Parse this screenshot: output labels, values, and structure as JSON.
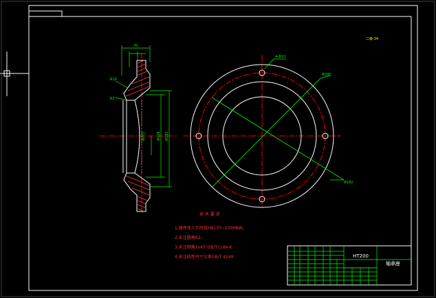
{
  "drawing": {
    "corner_note": "二级-34",
    "title_block": {
      "material": "HT200",
      "part_name": "轴承座"
    },
    "technical_requirements": {
      "heading": "技 术 要 求",
      "items": [
        "1.铸件须人工时效HB170~230HBW。",
        "2.未注圆角R2。",
        "3.未注倒角1x45°GB/T1184-K",
        "4.未注线性尺寸公差GB/T 4249"
      ]
    },
    "dimensions": {
      "top_width": "70",
      "left_dim_a": "R10",
      "left_dim_b": "R3",
      "bore": "Φ128",
      "outer_mid": "Φ187",
      "outer_big": "Φ211",
      "circle_note": "4-Φ10",
      "pcd": "Φ200",
      "bottom_right": "Φ182"
    },
    "colors": {
      "background": "#000000",
      "border": "#ffffff",
      "geometry": "#ffffff",
      "dimension": "#00ff00",
      "centerline": "#ff0000",
      "text_red": "#ff3030"
    }
  }
}
